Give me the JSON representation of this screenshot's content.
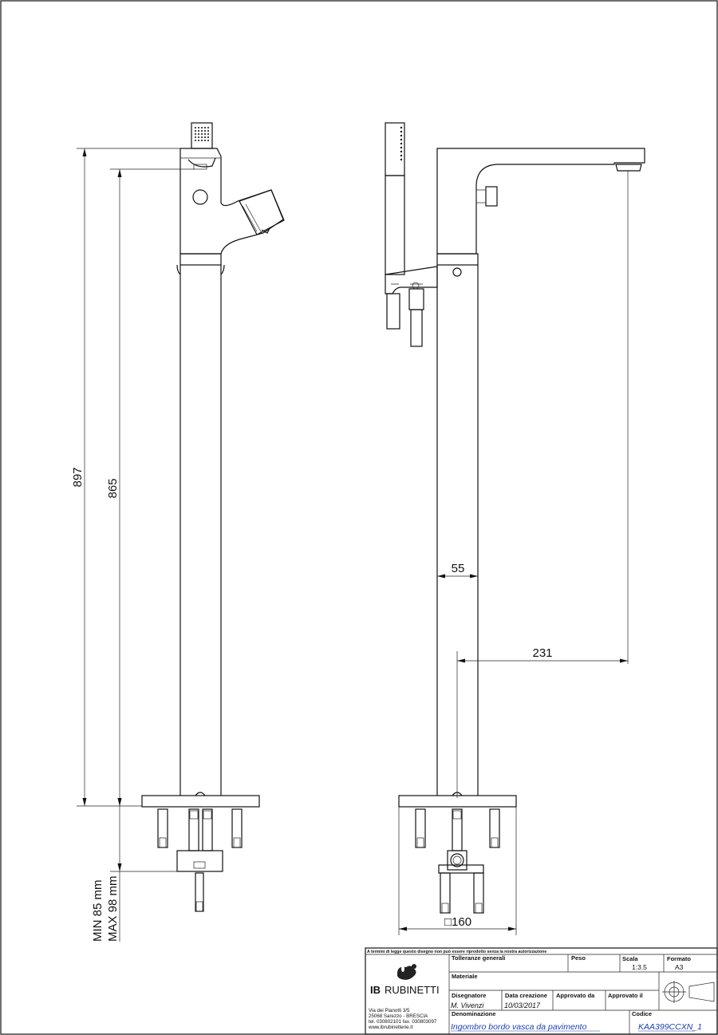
{
  "dimensions": {
    "height_total": "897",
    "height_spout": "865",
    "tube_width": "55",
    "spout_reach": "231",
    "base_size": "□160",
    "adjust_min": "MIN 85 mm",
    "adjust_max": "MAX 98 mm"
  },
  "title_block": {
    "warning": "A termini di legge questo disegno non può essere riprodotto senza la nostra autorizzazione",
    "company": {
      "brand_bold": "IB",
      "brand_rest": "RUBINETTI"
    },
    "address": [
      "Via dei Pianotti 3/5",
      "25068 Sarezzo - BRESCIA",
      "tel. 030802101 fax. 030803097",
      "www.ibrubinetterie.it"
    ],
    "labels": {
      "tolerances": "Tolleranze generali",
      "weight": "Peso",
      "scale": "Scala",
      "format": "Formato",
      "material": "Materiale",
      "designer": "Disegnatore",
      "created": "Data creazione",
      "approved_by": "Approvato da",
      "approved_on": "Approvato il",
      "name": "Denominazione",
      "code": "Codice"
    },
    "values": {
      "scale": "1:3.5",
      "format": "A3",
      "designer": "M. Vivenzi",
      "created": "10/03/2017",
      "name": "Ingombro bordo vasca da pavimento",
      "code": "KAA399CCXN_1"
    }
  }
}
